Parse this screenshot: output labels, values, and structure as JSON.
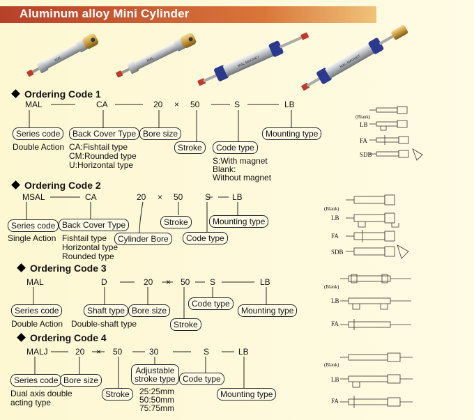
{
  "title": "Aluminum alloy Mini Cylinder",
  "codes": [
    {
      "heading": "Ordering Code 1",
      "parts": [
        "MAL",
        "CA",
        "20",
        "×",
        "50",
        "S",
        "LB"
      ],
      "labels": {
        "series": "Series code",
        "back_cover": "Back Cover Type",
        "bore": "Bore size",
        "stroke": "Stroke",
        "code_type": "Code type",
        "mounting": "Mounting type"
      },
      "notes": {
        "series": "Double Action",
        "back_cover": [
          "CA:Fishtail type",
          "CM:Rounded type",
          "U:Horizontal type"
        ],
        "code_type": [
          "S:With magnet",
          "Blank:",
          "Without magnet"
        ]
      },
      "mount_labels": [
        "(Blank)",
        "LB",
        "FA",
        "SDB"
      ]
    },
    {
      "heading": "Ordering Code 2",
      "parts": [
        "MSAL",
        "CA",
        "20",
        "×",
        "50",
        "S",
        "LB"
      ],
      "labels": {
        "series": "Series code",
        "back_cover": "Back Cover Type",
        "bore": "Cylinder Bore",
        "stroke": "Stroke",
        "code_type": "Code type",
        "mounting": "Mounting type"
      },
      "notes": {
        "series": "Single Action",
        "back_cover": [
          "Fishtail type",
          "Horizontal type",
          "Rounded type"
        ]
      },
      "mount_labels": [
        "(Blank)",
        "LB",
        "FA",
        "SDB"
      ]
    },
    {
      "heading": "Ordering Code 3",
      "parts": [
        "MAL",
        "D",
        "20",
        "×",
        "50",
        "S",
        "LB"
      ],
      "labels": {
        "series": "Series code",
        "shaft": "Shaft type",
        "bore": "Bore size",
        "stroke": "Stroke",
        "code_type": "Code type",
        "mounting": "Mounting type"
      },
      "notes": {
        "series": "Double Action",
        "shaft": "Double-shaft type"
      },
      "mount_labels": [
        "(Blank)",
        "LB",
        "FA"
      ]
    },
    {
      "heading": "Ordering Code 4",
      "parts": [
        "MALJ",
        "20",
        "×",
        "50",
        "30",
        "S",
        "LB"
      ],
      "labels": {
        "series": "Series code",
        "bore": "Bore size",
        "stroke": "Stroke",
        "adjustable": [
          "Adjustable",
          "stroke type"
        ],
        "code_type": "Code type",
        "mounting": "Mounting type"
      },
      "notes": {
        "series": [
          "Dual axis double",
          "acting type"
        ],
        "adjustable": [
          "25:25mm",
          "50:50mm",
          "75:75mm"
        ]
      },
      "mount_labels": [
        "(Blank)",
        "LB",
        "FA"
      ]
    }
  ]
}
